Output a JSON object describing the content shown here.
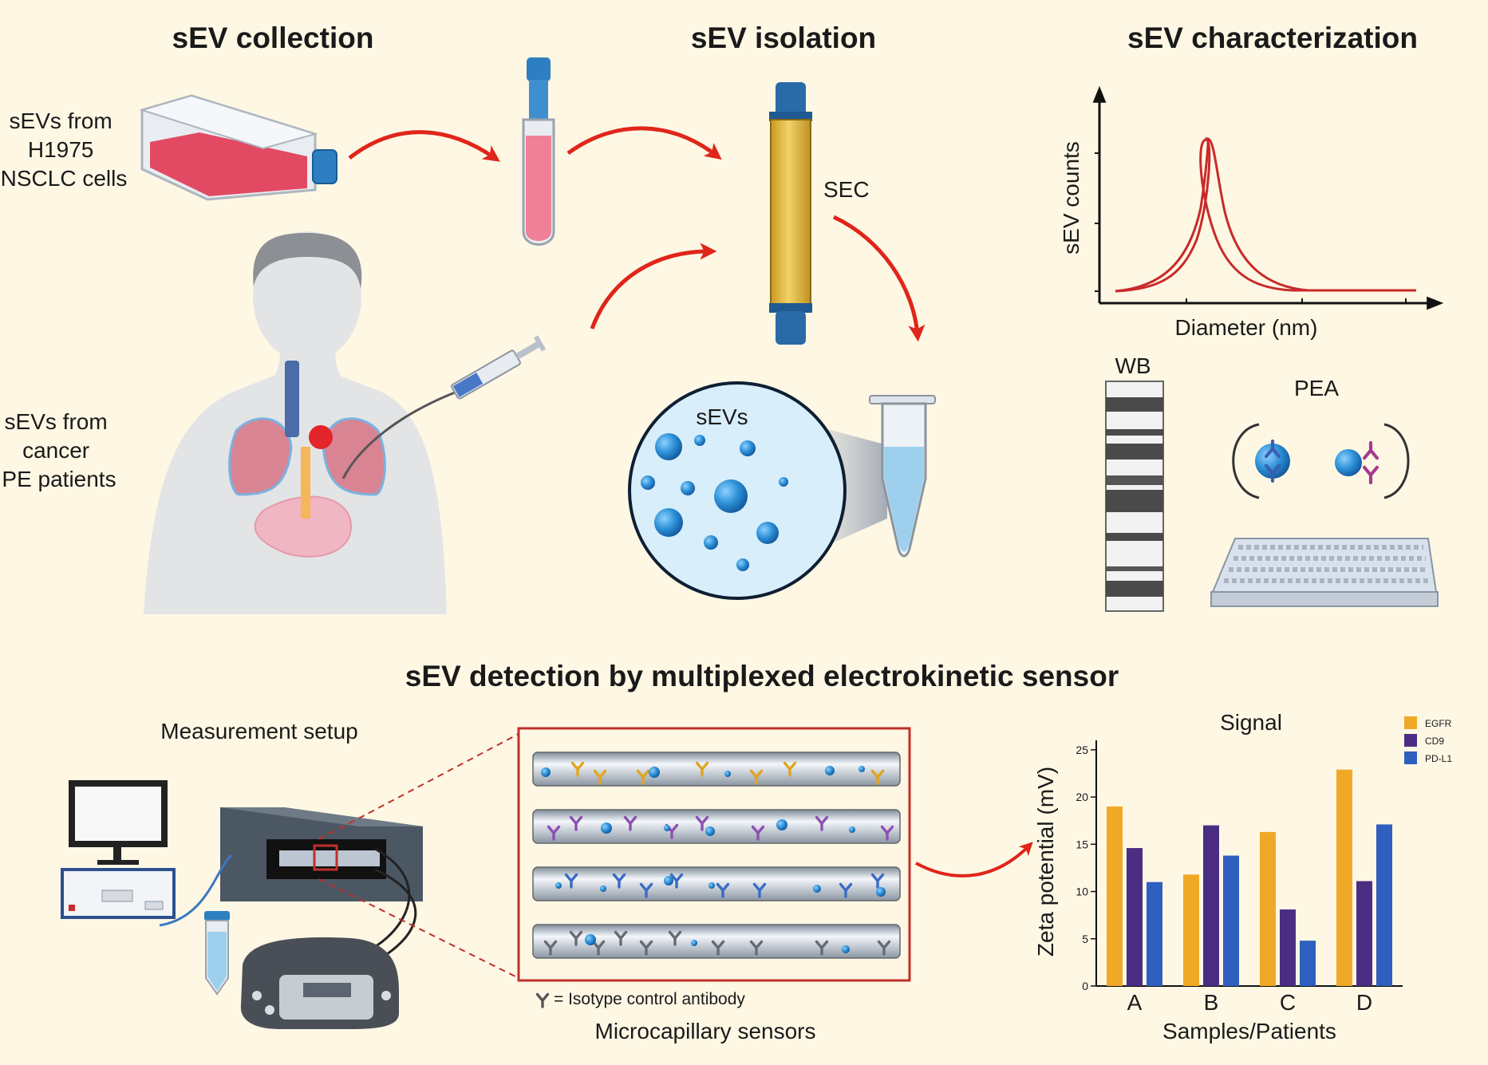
{
  "headings": {
    "collection": "sEV collection",
    "isolation": "sEV isolation",
    "characterization": "sEV characterization",
    "detection": "sEV detection by multiplexed electrokinetic sensor"
  },
  "collection": {
    "cells_label_lines": [
      "sEVs from",
      "H1975",
      "NSCLC cells"
    ],
    "patients_label_lines": [
      "sEVs from",
      "cancer",
      "PE patients"
    ]
  },
  "isolation": {
    "sec_label": "SEC",
    "sevs_label": "sEVs"
  },
  "characterization": {
    "size_plot": {
      "ylabel": "sEV counts",
      "xlabel": "Diameter (nm)"
    },
    "wb_label": "WB",
    "pea_label": "PEA"
  },
  "detection": {
    "setup_label": "Measurement setup",
    "sensors_label": "Microcapillary sensors",
    "isotype_legend": "= Isotype control antibody"
  },
  "chart_data": {
    "type": "bar",
    "title": "Signal",
    "xlabel": "Samples/Patients",
    "ylabel": "Zeta potential (mV)",
    "categories": [
      "A",
      "B",
      "C",
      "D"
    ],
    "ylim": [
      0,
      26
    ],
    "yticks": [
      0,
      5,
      10,
      15,
      20,
      25
    ],
    "legend_position": "top-right",
    "series": [
      {
        "name": "EGFR",
        "color": "#f0a927",
        "values": [
          19.0,
          11.8,
          16.3,
          22.9
        ]
      },
      {
        "name": "CD9",
        "color": "#4b2d83",
        "values": [
          14.6,
          17.0,
          8.1,
          11.1
        ]
      },
      {
        "name": "PD-L1",
        "color": "#2f5fbf",
        "values": [
          11.0,
          13.8,
          4.8,
          17.1
        ]
      }
    ]
  },
  "colors": {
    "background": "#fdf7e4",
    "arrow": "#e0251b",
    "ev_blue": "#2b8fd6",
    "frame_red": "#c0302a"
  }
}
